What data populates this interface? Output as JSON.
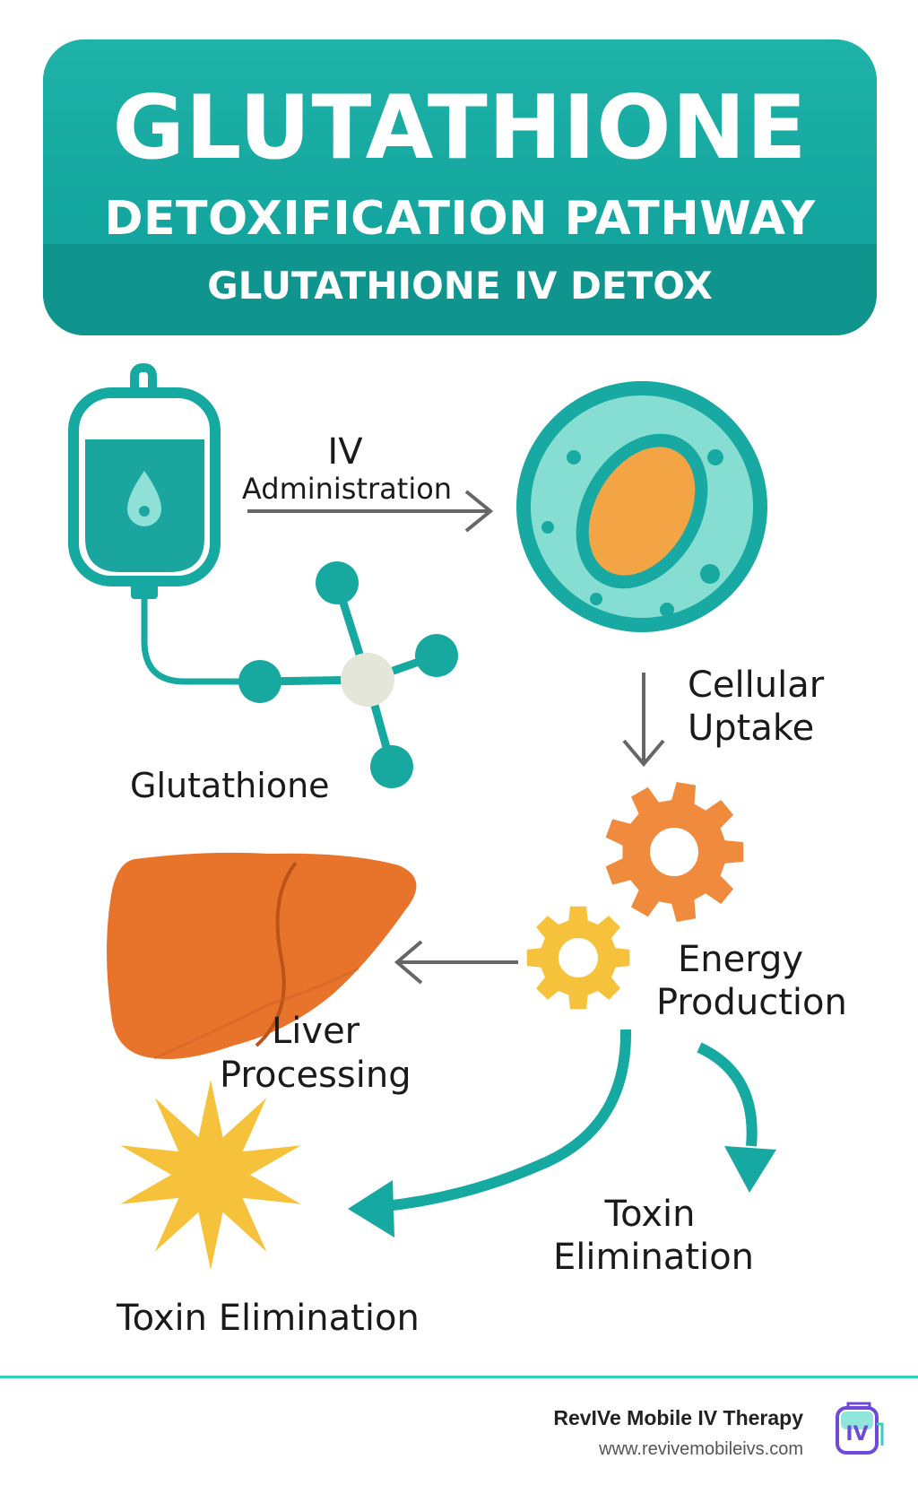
{
  "header": {
    "title_line1": "GLUTATHIONE",
    "title_line2": "DETOXIFICATION PATHWAY",
    "subtitle": "GLUTATHIONE IV DETOX"
  },
  "diagram": {
    "iv_line1": "IV",
    "iv_line2": "Administration",
    "glutathione": "Glutathione",
    "cellular_line1": "Cellular",
    "cellular_line2": "Uptake",
    "energy_line1": "Energy",
    "energy_line2": "Production",
    "liver_line1": "Liver",
    "liver_line2": "Processing",
    "toxin_right_line1": "Toxin",
    "toxin_right_line2": "Elimination",
    "toxin_left": "Toxin Elimination"
  },
  "colors": {
    "teal": "#15a9a1",
    "teal_dark": "#0f958e",
    "orange": "#f08a3c",
    "yellow": "#f7c23b",
    "liver": "#e8742c"
  },
  "footer": {
    "brand": "RevIVe Mobile IV Therapy",
    "url": "www.revivemobileivs.com",
    "logo_text": "IV"
  }
}
